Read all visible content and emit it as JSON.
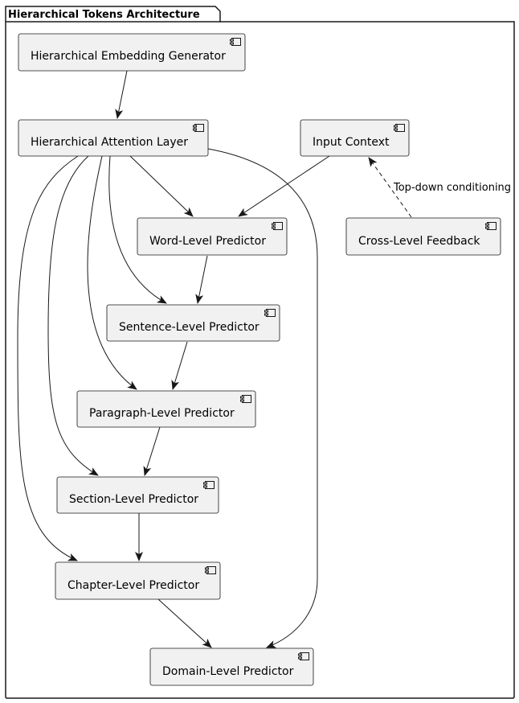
{
  "package": {
    "title": "Hierarchical Tokens Architecture"
  },
  "nodes": {
    "embedding_generator": "Hierarchical Embedding Generator",
    "attention_layer": "Hierarchical Attention Layer",
    "input_context": "Input Context",
    "cross_level_feedback": "Cross-Level Feedback",
    "word_predictor": "Word-Level Predictor",
    "sentence_predictor": "Sentence-Level Predictor",
    "paragraph_predictor": "Paragraph-Level Predictor",
    "section_predictor": "Section-Level Predictor",
    "chapter_predictor": "Chapter-Level Predictor",
    "domain_predictor": "Domain-Level Predictor"
  },
  "edges": {
    "feedback_to_input": "Top-down conditioning"
  },
  "colors": {
    "node_fill": "#f1f1f1",
    "stroke": "#181818",
    "text": "#000000"
  }
}
